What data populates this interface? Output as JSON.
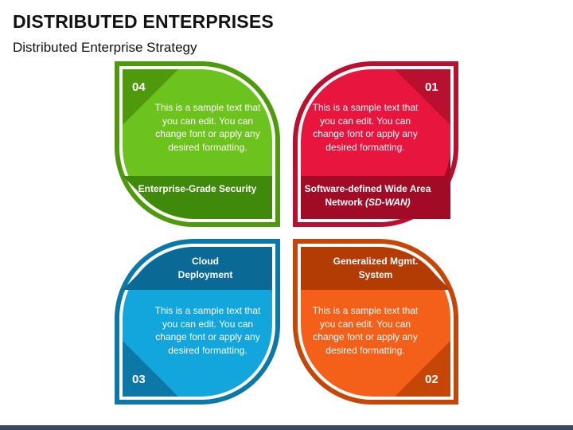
{
  "title": "DISTRIBUTED ENTERPRISES",
  "subtitle": "Distributed Enterprise Strategy",
  "petals": [
    {
      "num": "04",
      "text": "This is a sample text that you can edit. You can change font or apply any desired formatting.",
      "label": "Enterprise-Grade Security",
      "label_suffix": "",
      "color_dark": "#4e9a0c",
      "color_band": "#3f8a0a",
      "color_light": "#6dc31d"
    },
    {
      "num": "01",
      "text": "This is a sample text that you can edit. You can change font or apply any desired formatting.",
      "label": "Software-defined Wide Area Network",
      "label_suffix": "(SD-WAN)",
      "color_dark": "#b8102e",
      "color_band": "#a20b25",
      "color_light": "#e8163f"
    },
    {
      "num": "03",
      "text": "This is a sample text that you can edit. You can change font or apply any desired formatting.",
      "label": "Cloud Deployment",
      "label_suffix": "",
      "color_dark": "#0b78a8",
      "color_band": "#0a6a95",
      "color_light": "#12a6dc"
    },
    {
      "num": "02",
      "text": "This is a sample text that you can edit. You can change font or apply any desired formatting.",
      "label": "Generalized Mgmt. System",
      "label_suffix": "",
      "color_dark": "#c64608",
      "color_band": "#b33c05",
      "color_light": "#f4601a"
    }
  ]
}
